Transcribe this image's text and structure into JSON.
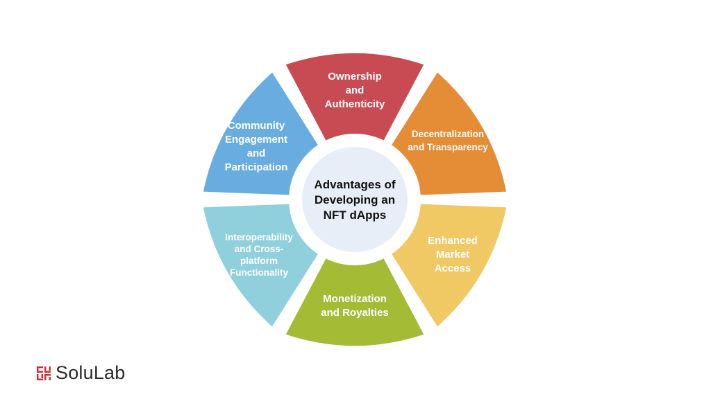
{
  "center": {
    "lines": [
      "Advantages of",
      "Developing an",
      "NFT dApps"
    ]
  },
  "segments": [
    {
      "id": "ownership",
      "color": "#c84a52",
      "lines": [
        "Ownership",
        "and",
        "Authenticity"
      ]
    },
    {
      "id": "decentralization",
      "color": "#e48c36",
      "lines": [
        "Decentralization",
        "and Transparency"
      ]
    },
    {
      "id": "enhanced-market-access",
      "color": "#f0c864",
      "lines": [
        "Enhanced",
        "Market",
        "Access"
      ]
    },
    {
      "id": "monetization",
      "color": "#a3bb35",
      "lines": [
        "Monetization",
        "and Royalties"
      ]
    },
    {
      "id": "interoperability",
      "color": "#8fd0dc",
      "lines": [
        "Interoperability",
        "and Cross-",
        "platform",
        "Functionality"
      ]
    },
    {
      "id": "community",
      "color": "#69ace0",
      "lines": [
        "Community",
        "Engagement",
        "and",
        "Participation"
      ]
    }
  ],
  "logo": {
    "text": "SoluLab",
    "icon": "solulab-logo-icon",
    "color": "#d8262e"
  }
}
